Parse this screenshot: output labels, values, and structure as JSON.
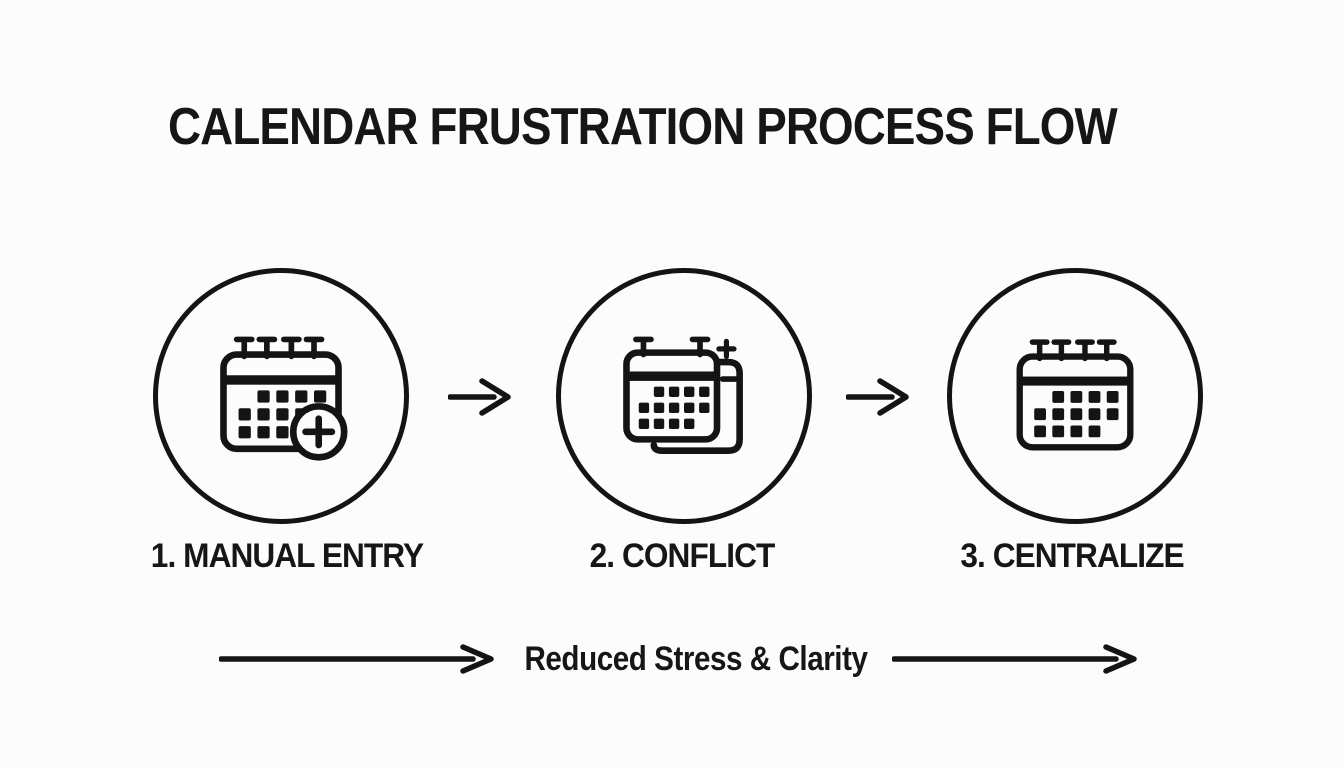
{
  "title": "CALENDAR FRUSTRATION PROCESS FLOW",
  "steps": [
    {
      "label": "1. MANUAL ENTRY",
      "icon": "calendar-add-icon"
    },
    {
      "label": "2. CONFLICT",
      "icon": "calendar-overlap-icon"
    },
    {
      "label": "3. CENTRALIZE",
      "icon": "calendar-icon"
    }
  ],
  "outcome_label": "Reduced Stress & Clarity",
  "arrows": {
    "step_connector": "right-arrow-icon",
    "outcome_left": "right-arrow-icon",
    "outcome_right": "right-arrow-icon"
  },
  "colors": {
    "ink": "#141414",
    "background": "#fcfcfc"
  }
}
